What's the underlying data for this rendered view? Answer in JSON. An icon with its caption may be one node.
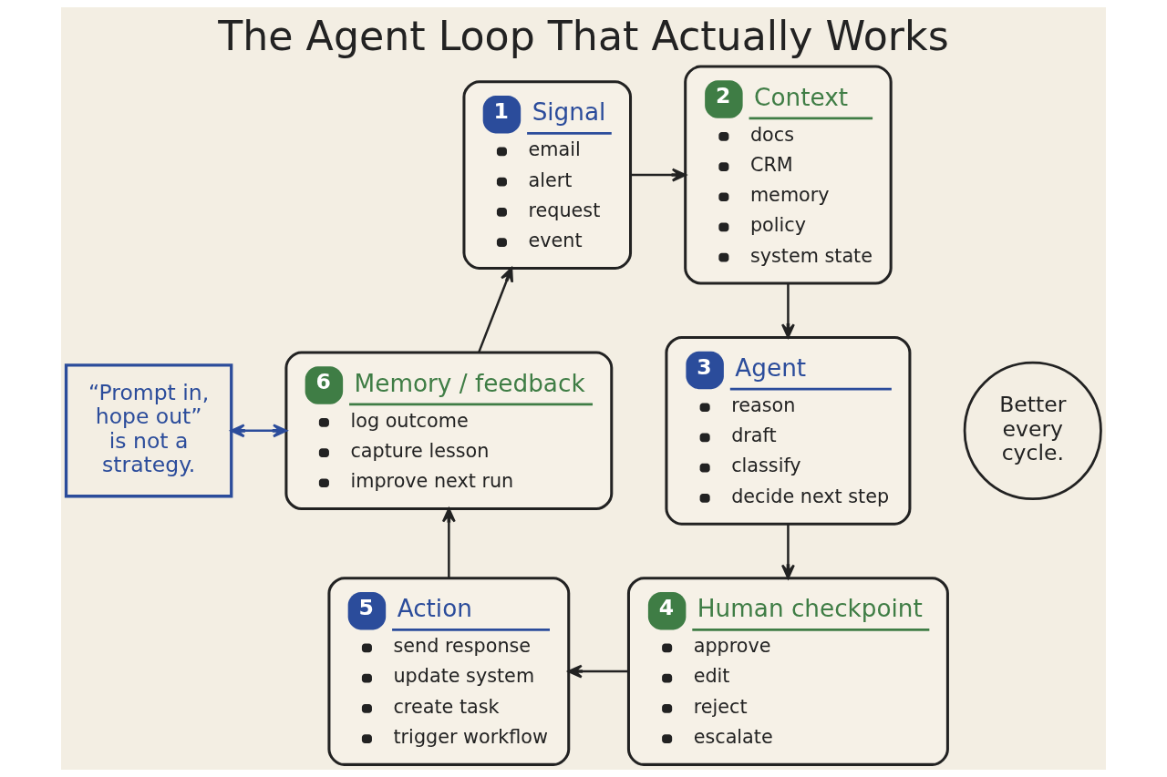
{
  "diagram": {
    "title": "The Agent Loop That Actually Works",
    "nodes": [
      {
        "text": [
          "1",
          "Signal",
          "email",
          "alert",
          "request",
          "event"
        ]
      },
      {
        "text": [
          "2",
          "Context",
          "docs",
          "CRM",
          "memory",
          "policy",
          "system state"
        ]
      },
      {
        "text": [
          "3",
          "Agent",
          "reason",
          "draft",
          "classify",
          "decide next step"
        ]
      },
      {
        "text": [
          "4",
          "Human checkpoint",
          "approve",
          "edit",
          "reject",
          "escalate"
        ]
      },
      {
        "text": [
          "5",
          "Action",
          "send response",
          "update system",
          "create task",
          "trigger workflow"
        ]
      },
      {
        "text": [
          "6",
          "Memory / feedback",
          "log outcome",
          "capture lesson",
          "improve next run"
        ]
      },
      {
        "text": [
          "Better every cycle."
        ]
      },
      {
        "text": [
          "“Prompt in, hope out” is not a strategy."
        ]
      }
    ],
    "edges": [
      {
        "from": 0,
        "to": 1,
        "arrow": "to"
      },
      {
        "from": 1,
        "to": 2,
        "arrow": "to"
      },
      {
        "from": 2,
        "to": 3,
        "arrow": "to"
      },
      {
        "from": 3,
        "to": 4,
        "arrow": "to"
      },
      {
        "from": 4,
        "to": 5,
        "arrow": "to"
      },
      {
        "from": 5,
        "to": 0,
        "arrow": "to"
      },
      {
        "from": 7,
        "to": 5,
        "arrow": "both",
        "color": "#2b4c9b"
      }
    ]
  }
}
